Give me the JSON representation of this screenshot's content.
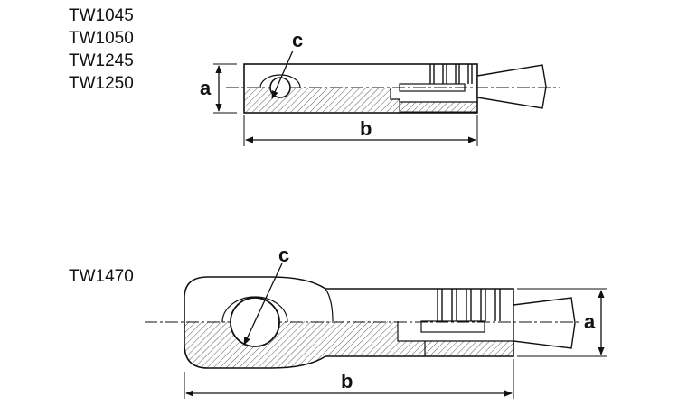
{
  "top_group": {
    "models": [
      "TW1045",
      "TW1050",
      "TW1245",
      "TW1250"
    ]
  },
  "bottom_group": {
    "models": [
      "TW1470"
    ]
  },
  "dimensions": {
    "a": "a",
    "b": "b",
    "c": "c"
  }
}
